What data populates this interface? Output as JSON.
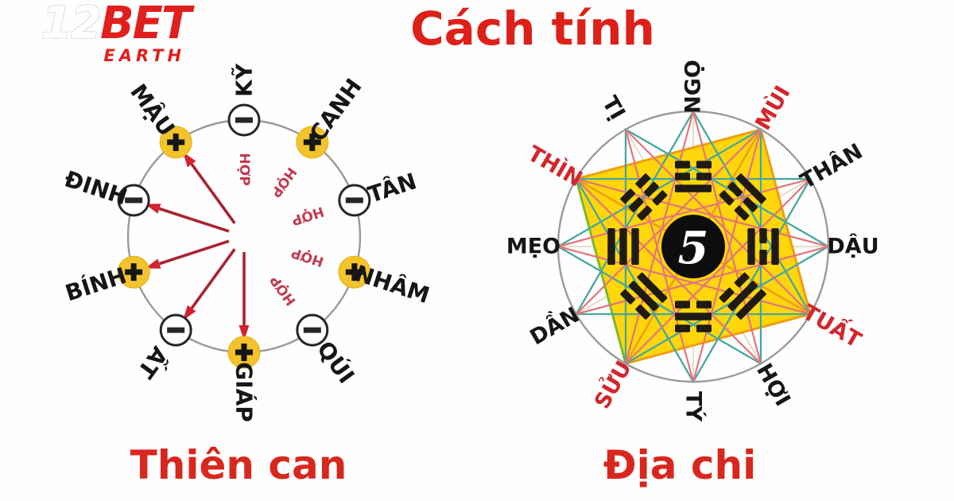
{
  "logo": {
    "twelve": "12",
    "bet": "BET",
    "earth": "EARTH"
  },
  "title": "Cách tính",
  "left_chart": {
    "caption": "Thiên can",
    "hop_text": "HỢP",
    "hop_angles": [
      90,
      54,
      18,
      -18,
      -54
    ],
    "arrow_angles": [
      126,
      162,
      198,
      234,
      270
    ],
    "stems": [
      {
        "label": "KỸ",
        "angle": 90,
        "sign": "minus",
        "orient": "out"
      },
      {
        "label": "CANH",
        "angle": 54,
        "sign": "plus",
        "orient": "out"
      },
      {
        "label": "TÂN",
        "angle": 18,
        "sign": "minus",
        "orient": "out"
      },
      {
        "label": "NHÂM",
        "angle": -18,
        "sign": "plus",
        "orient": "out"
      },
      {
        "label": "QÚI",
        "angle": -54,
        "sign": "minus",
        "orient": "out"
      },
      {
        "label": "GIÁP",
        "angle": -90,
        "sign": "plus",
        "orient": "out"
      },
      {
        "label": "ẤT",
        "angle": -126,
        "sign": "minus",
        "orient": "out"
      },
      {
        "label": "BÍNH",
        "angle": -162,
        "sign": "plus",
        "orient": "in"
      },
      {
        "label": "ĐINH",
        "angle": 162,
        "sign": "minus",
        "orient": "in"
      },
      {
        "label": "MẬU",
        "angle": 126,
        "sign": "plus",
        "orient": "in"
      }
    ]
  },
  "right_chart": {
    "caption": "Địa chi",
    "center_number": "5",
    "branches": [
      {
        "label": "NGỌ",
        "angle": 90,
        "color": "black"
      },
      {
        "label": "MÙI",
        "angle": 60,
        "color": "red"
      },
      {
        "label": "THÂN",
        "angle": 30,
        "color": "black"
      },
      {
        "label": "DẬU",
        "angle": 0,
        "color": "black"
      },
      {
        "label": "TUẤT",
        "angle": -30,
        "color": "red"
      },
      {
        "label": "HỢI",
        "angle": -60,
        "color": "black"
      },
      {
        "label": "TÝ",
        "angle": -90,
        "color": "black"
      },
      {
        "label": "SỬU",
        "angle": -120,
        "color": "red"
      },
      {
        "label": "DẦN",
        "angle": -150,
        "color": "black"
      },
      {
        "label": "MẸO",
        "angle": 180,
        "color": "black"
      },
      {
        "label": "THÌN",
        "angle": 150,
        "color": "red"
      },
      {
        "label": "TỊ",
        "angle": 120,
        "color": "black"
      }
    ],
    "yellow_square_angles": [
      150,
      60,
      -30,
      -120
    ],
    "star_step": 5,
    "teal_triangles": [
      [
        90,
        -30,
        -150
      ],
      [
        60,
        -60,
        180
      ],
      [
        30,
        -90,
        150
      ],
      [
        0,
        -120,
        120
      ]
    ],
    "trigrams": [
      {
        "angle": 90,
        "lines": [
          "b",
          "b",
          "s"
        ]
      },
      {
        "angle": 45,
        "lines": [
          "s",
          "b",
          "b"
        ]
      },
      {
        "angle": 0,
        "lines": [
          "s",
          "b",
          "s"
        ]
      },
      {
        "angle": -45,
        "lines": [
          "s",
          "s",
          "b"
        ]
      },
      {
        "angle": -90,
        "lines": [
          "b",
          "s",
          "b"
        ]
      },
      {
        "angle": -135,
        "lines": [
          "b",
          "s",
          "s"
        ]
      },
      {
        "angle": 180,
        "lines": [
          "s",
          "s",
          "s"
        ]
      },
      {
        "angle": 135,
        "lines": [
          "b",
          "b",
          "b"
        ]
      }
    ]
  },
  "colors": {
    "title_red": "#dd2018",
    "caption_red": "#d8271f",
    "label_black": "#161616",
    "branch_red": "#d3262c",
    "gold": "#f3c32c",
    "gold_edge": "#e6ae14",
    "hop_red": "#c23b52",
    "arrow_stem": "#a8242e",
    "arrow_head": "#d5202d",
    "circle_gray": "#9a9a9a",
    "square_yellow": "#ffd60a",
    "square_edge_orange": "#ef9d13",
    "square_edge_green": "#7cb82f",
    "star_pink": "#e4737c",
    "teal": "#45a79e",
    "trigram_black": "#1f1a12",
    "spoke": "#d9c9a2",
    "center_black": "#0d0d0d",
    "center_white": "#ffffff"
  }
}
